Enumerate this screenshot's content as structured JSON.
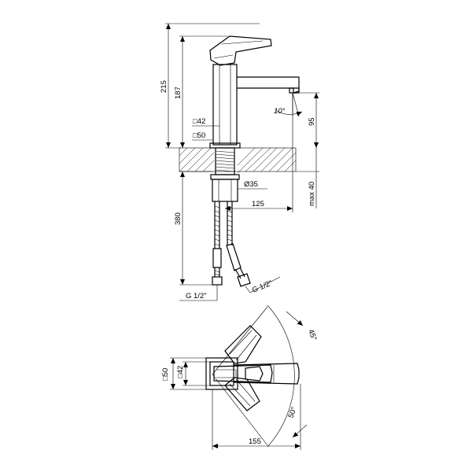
{
  "side_view": {
    "height_total": "215",
    "height_spout": "187",
    "spout_drop": "95",
    "square_body": "□42",
    "square_base": "□50",
    "spout_angle": "10°",
    "thread_diameter": "Ø35",
    "spout_reach": "125",
    "max_mount_thickness": "max 40",
    "hose_length": "380",
    "thread_left": "G 1/2\"",
    "thread_right": "G 1/2\""
  },
  "top_view": {
    "square_base": "□50",
    "square_body": "□42",
    "rotation_up": "45°",
    "rotation_down": "50°",
    "total_length": "155"
  }
}
